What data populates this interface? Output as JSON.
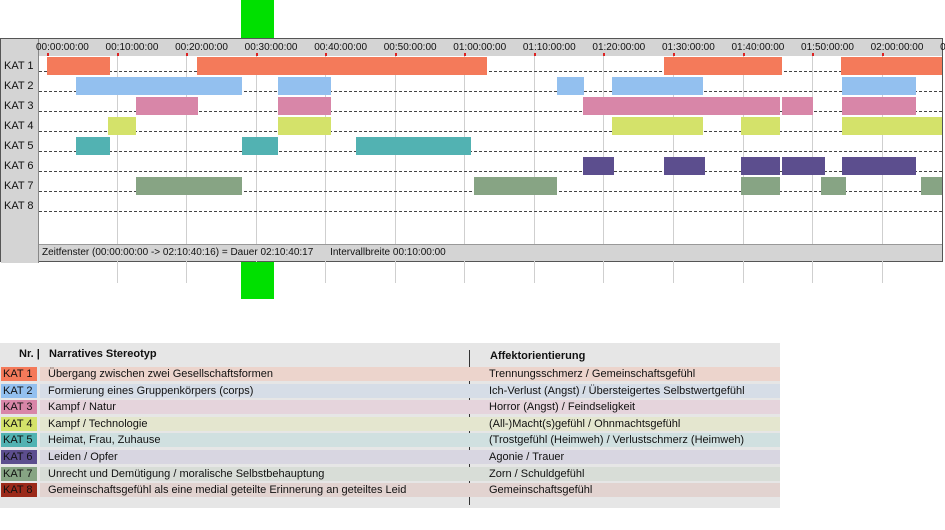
{
  "timeline": {
    "ticks": [
      "00:00:00:00",
      "00:10:00:00",
      "00:20:00:00",
      "00:30:00:00",
      "00:40:00:00",
      "00:50:00:00",
      "01:00:00:00",
      "01:10:00:00",
      "01:20:00:00",
      "01:30:00:00",
      "01:40:00:00",
      "01:50:00:00",
      "02:00:00:00",
      "0"
    ],
    "lanes": [
      {
        "label": "KAT 1",
        "color": "#f47a5a",
        "segments": [
          [
            0,
            9
          ],
          [
            21.5,
            63.2
          ],
          [
            88.7,
            105.7
          ],
          [
            114.2,
            130.7
          ]
        ]
      },
      {
        "label": "KAT 2",
        "color": "#93c0ef",
        "segments": [
          [
            4.2,
            28.1
          ],
          [
            33.2,
            40.9
          ],
          [
            73.3,
            77.2
          ],
          [
            81.3,
            94.3
          ],
          [
            114.3,
            124.9
          ]
        ]
      },
      {
        "label": "KAT 3",
        "color": "#d886a8",
        "segments": [
          [
            12.8,
            21.7
          ],
          [
            33.2,
            40.9
          ],
          [
            77.1,
            105.4
          ],
          [
            105.7,
            110.1
          ],
          [
            114.3,
            124.9
          ]
        ]
      },
      {
        "label": "KAT 4",
        "color": "#d4e26a",
        "segments": [
          [
            8.8,
            12.8
          ],
          [
            33.2,
            40.9
          ],
          [
            81.3,
            94.3
          ],
          [
            99.8,
            105.4
          ],
          [
            114.3,
            130.7
          ]
        ]
      },
      {
        "label": "KAT 5",
        "color": "#52b2b2",
        "segments": [
          [
            4.2,
            9
          ],
          [
            28.1,
            33.2
          ],
          [
            44.5,
            61
          ]
        ]
      },
      {
        "label": "KAT 6",
        "color": "#5c4e8e",
        "segments": [
          [
            77.1,
            81.5
          ],
          [
            88.7,
            94.6
          ],
          [
            99.8,
            105.4
          ],
          [
            105.7,
            111.9
          ],
          [
            114.3,
            124.9
          ]
        ]
      },
      {
        "label": "KAT 7",
        "color": "#87a484",
        "segments": [
          [
            12.8,
            28.1
          ],
          [
            61.4,
            73.3
          ],
          [
            99.8,
            105.4
          ],
          [
            111.3,
            114.9
          ],
          [
            125.6,
            130.7
          ]
        ]
      },
      {
        "label": "KAT 8",
        "color": "#9b2a1a",
        "segments": []
      }
    ],
    "total_minutes": 130.67,
    "tick_interval_minutes": 10,
    "status": {
      "window": "Zeitfenster (00:00:00:00 -> 02:10:40:16) = Dauer 02:10:40:17",
      "interval": "Intervallbreite 00:10:00:00"
    }
  },
  "legend": {
    "col_nr": "Nr. |",
    "col_stereotyp": "Narratives Stereotyp",
    "col_affekt": "Affektorientierung",
    "rows": [
      {
        "code": "KAT 1",
        "code_color": "#f47a5a",
        "band_color": "#ecd4cc",
        "stereotyp": "Übergang zwischen zwei Gesellschaftsformen",
        "affekt": "Trennungsschmerz / Gemeinschaftsgefühl"
      },
      {
        "code": "KAT 2",
        "code_color": "#93c0ef",
        "band_color": "#d6dde7",
        "stereotyp": "Formierung eines Gruppenkörpers (corps)",
        "affekt": "Ich-Verlust (Angst) / Übersteigertes Selbstwertgefühl"
      },
      {
        "code": "KAT 3",
        "code_color": "#d886a8",
        "band_color": "#e5d4dc",
        "stereotyp": "Kampf / Natur",
        "affekt": "Horror (Angst) / Feindseligkeit"
      },
      {
        "code": "KAT 4",
        "code_color": "#d4e26a",
        "band_color": "#e4e6cf",
        "stereotyp": "Kampf / Technologie",
        "affekt": "(All-)Macht(s)gefühl / Ohnmachtsgefühl"
      },
      {
        "code": "KAT 5",
        "code_color": "#52b2b2",
        "band_color": "#d0e0e0",
        "stereotyp": "Heimat, Frau, Zuhause",
        "affekt": "(Trostgefühl (Heimweh) / Verlustschmerz (Heimweh)"
      },
      {
        "code": "KAT 6",
        "code_color": "#5c4e8e",
        "band_color": "#d8d6e1",
        "stereotyp": "Leiden / Opfer",
        "affekt": "Agonie / Trauer"
      },
      {
        "code": "KAT 7",
        "code_color": "#87a484",
        "band_color": "#d8ddd7",
        "stereotyp": "Unrecht und Demütigung / moralische Selbstbehauptung",
        "affekt": "Zorn / Schuldgefühl"
      },
      {
        "code": "KAT 8",
        "code_color": "#9b2a1a",
        "band_color": "#e2d3d0",
        "stereotyp": "Gemeinschaftsgefühl als eine medial geteilte Erinnerung an geteiltes Leid",
        "affekt": "Gemeinschaftsgefühl"
      }
    ]
  }
}
